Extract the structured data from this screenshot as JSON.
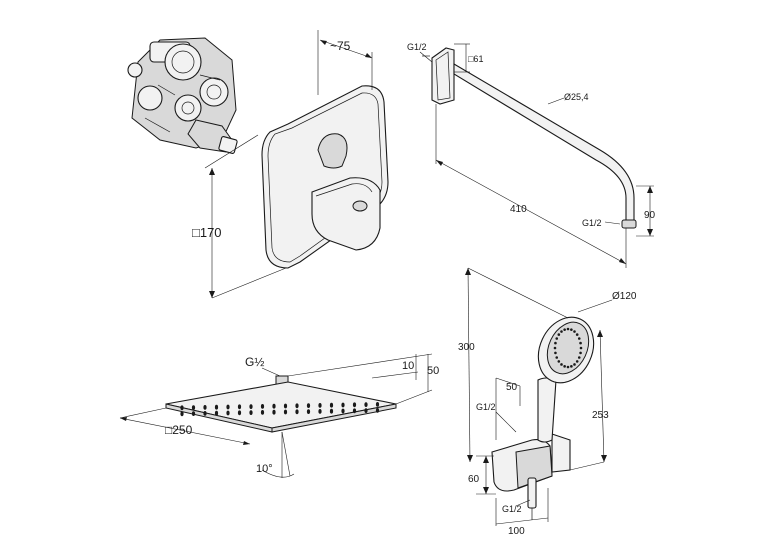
{
  "labels": {
    "mixer_depth": "~75",
    "mixer_plate": "□170",
    "arm_thread_top": "G1/2",
    "arm_flange": "□61",
    "arm_tube_diameter": "Ø25,4",
    "arm_length": "410",
    "arm_thread_bottom": "G1/2",
    "arm_drop": "90",
    "head_thread": "G½",
    "head_thickness": "10",
    "head_height": "50",
    "head_size": "□250",
    "head_angle": "10°",
    "hand_diameter": "Ø120",
    "hand_height": "300",
    "holder_depth": "50",
    "holder_thread_top": "G1/2",
    "hand_length": "253",
    "holder_height": "60",
    "holder_thread_bottom": "G1/2",
    "holder_width": "100"
  }
}
